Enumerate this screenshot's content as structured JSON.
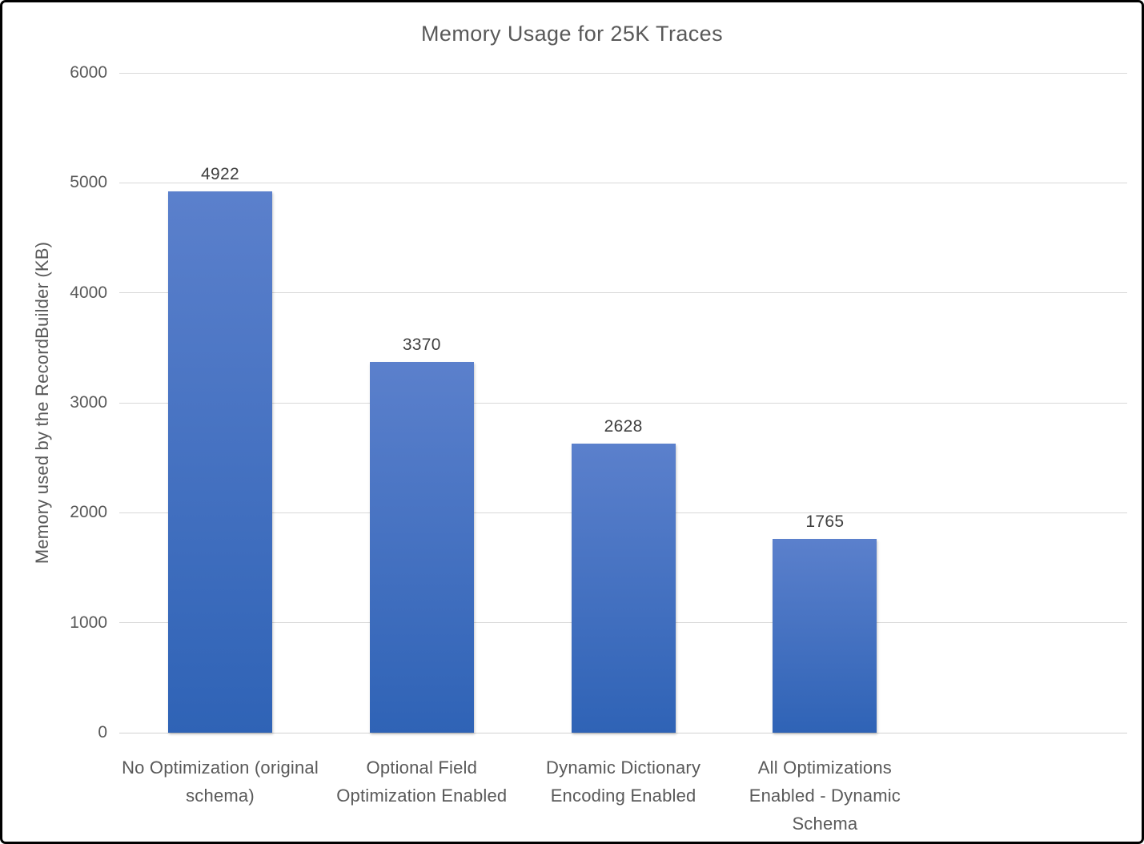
{
  "figure": {
    "title": "Memory Usage for 25K Traces"
  },
  "chart_data": {
    "type": "bar",
    "title": "Memory Usage for 25K Traces",
    "categories": [
      "No Optimization (original schema)",
      "Optional Field Optimization Enabled",
      "Dynamic Dictionary Encoding Enabled",
      "All Optimizations Enabled - Dynamic Schema"
    ],
    "values": [
      4922,
      3370,
      2628,
      1765
    ],
    "data_labels": [
      "4922",
      "3370",
      "2628",
      "1765"
    ],
    "xlabel": "",
    "ylabel": "Memory used by the RecordBuilder (KB)",
    "ylim": [
      0,
      6000
    ],
    "yticks": [
      0,
      1000,
      2000,
      3000,
      4000,
      5000,
      6000
    ],
    "grid": "horizontal",
    "legend": "none",
    "colors": {
      "bar_gradient_top": "#5b80cc",
      "bar_gradient_bottom": "#2f63b6",
      "gridline": "#d9d9d9",
      "axis_line": "#d2d2d2",
      "title_text": "#595959",
      "tick_text": "#595959",
      "category_text": "#595959",
      "value_label_text": "#3f3f3f"
    }
  }
}
